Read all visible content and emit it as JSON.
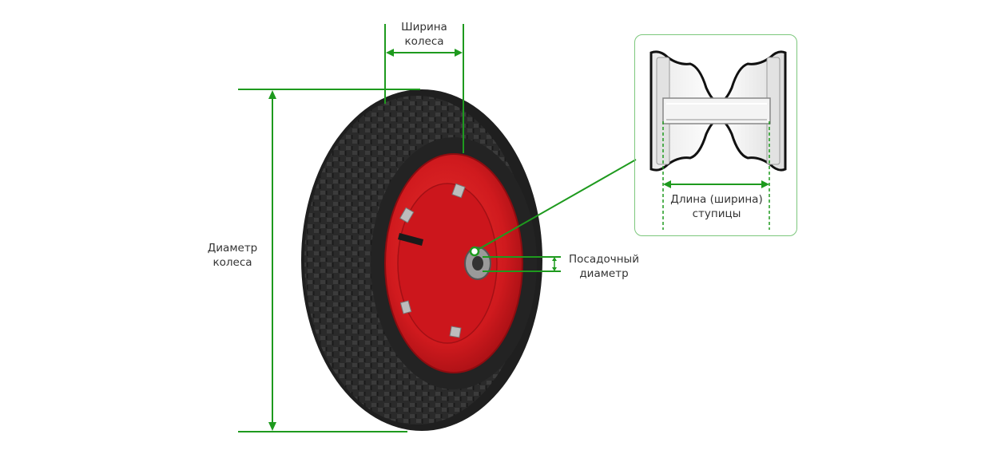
{
  "labels": {
    "wheel_width": [
      "Ширина",
      "колеса"
    ],
    "wheel_diameter": [
      "Диаметр",
      "колеса"
    ],
    "seat_diameter": [
      "Посадочный",
      "диаметр"
    ],
    "hub_length": [
      "Длина (ширина)",
      "ступицы"
    ]
  },
  "colors": {
    "dimension_line": "#1e9a1e",
    "tire": "#262626",
    "rim": "#d71920",
    "inset_border": "#7cc77c",
    "label_text": "#333333"
  },
  "icons": {
    "wheel": "wheelbarrow-wheel-illustration",
    "hub": "hub-cross-section-illustration"
  }
}
